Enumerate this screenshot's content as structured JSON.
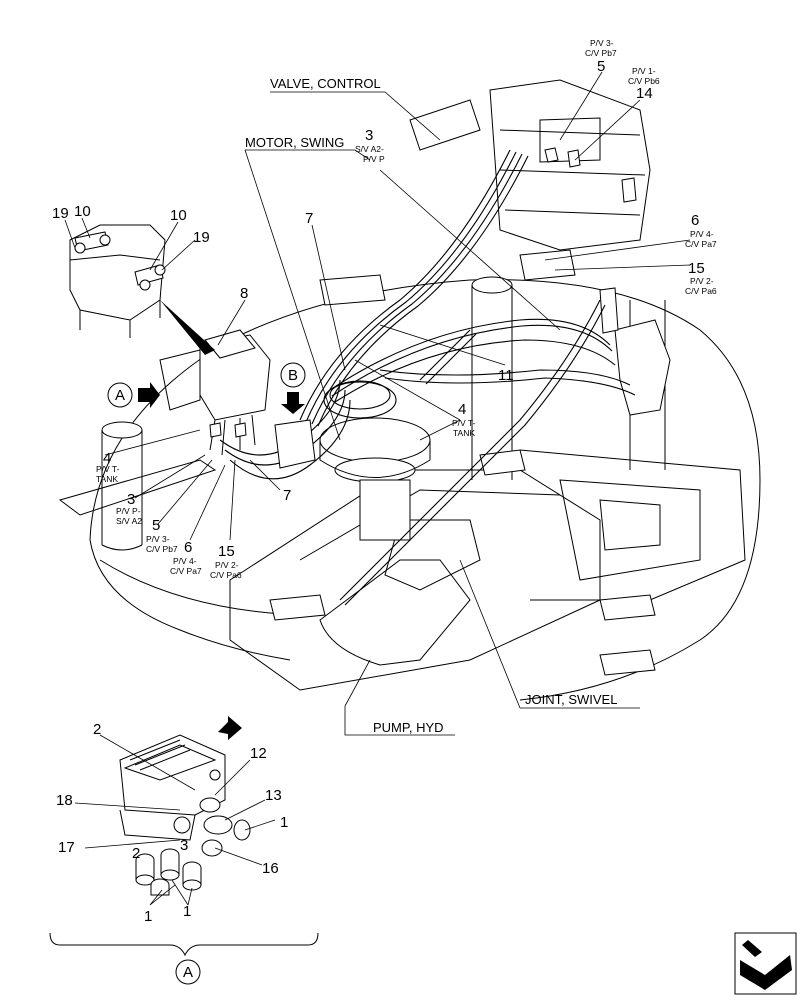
{
  "titles": {
    "valve_control": "VALVE, CONTROL",
    "motor_swing": "MOTOR, SWING",
    "pump_hyd": "PUMP, HYD",
    "joint_swivel": "JOINT, SWIVEL"
  },
  "callouts": {
    "c19a": "19",
    "c10a": "10",
    "c10b": "10",
    "c19b": "19",
    "c8": "8",
    "c7a": "7",
    "c7b": "7",
    "c11": "11",
    "c3a": "3",
    "c3b": "3",
    "c4a": "4",
    "c4b": "4",
    "c5a": "5",
    "c5b": "5",
    "c6a": "6",
    "c6b": "6",
    "c14": "14",
    "c15a": "15",
    "c15b": "15",
    "d2a": "2",
    "d2b": "2",
    "d3": "3",
    "d12": "12",
    "d13": "13",
    "d18": "18",
    "d17": "17",
    "d16": "16",
    "d1a": "1",
    "d1b": "1",
    "d1c": "1"
  },
  "ports": {
    "p3_top_l1": "S/V A2-",
    "p3_top_l2": "P/V P",
    "p5_top_l1": "P/V 3-",
    "p5_top_l2": "C/V Pb7",
    "p14_l1": "P/V 1-",
    "p14_l2": "C/V Pb6",
    "p6_top_l1": "P/V 4-",
    "p6_top_l2": "C/V Pa7",
    "p15_top_l1": "P/V 2-",
    "p15_top_l2": "C/V Pa6",
    "p4_mid_l1": "P/V T-",
    "p4_mid_l2": "TANK",
    "p4_left_l1": "P/V T-",
    "p4_left_l2": "TANK",
    "p3_left_l1": "P/V P-",
    "p3_left_l2": "S/V A2",
    "p5_left_l1": "P/V 3-",
    "p5_left_l2": "C/V Pb7",
    "p6_left_l1": "P/V 4-",
    "p6_left_l2": "C/V Pa7",
    "p15_left_l1": "P/V 2-",
    "p15_left_l2": "C/V Pa6"
  },
  "view_markers": {
    "a_main": "A",
    "b_main": "B",
    "a_detail": "A"
  },
  "icons": [
    "arrow-right-icon",
    "arrow-down-icon",
    "nav-corner-icon"
  ]
}
